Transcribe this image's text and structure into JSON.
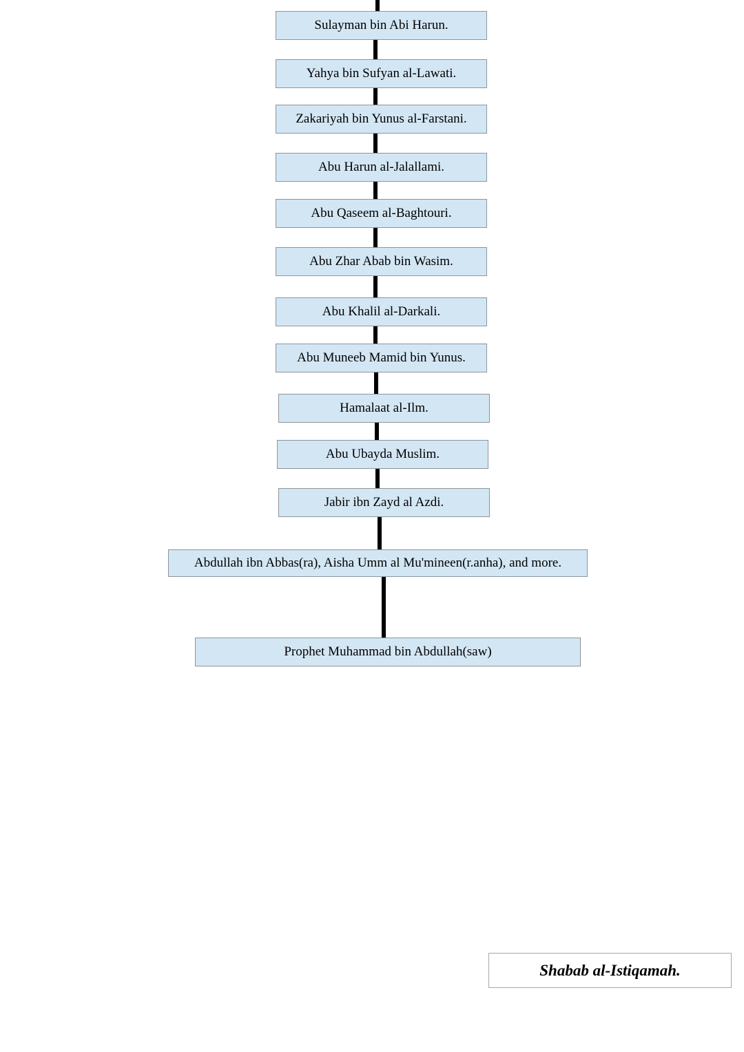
{
  "chain": {
    "nodes": [
      {
        "label": "Sulayman bin Abi Harun."
      },
      {
        "label": "Yahya bin Sufyan al-Lawati."
      },
      {
        "label": "Zakariyah bin Yunus al-Farstani."
      },
      {
        "label": "Abu Harun al-Jalallami."
      },
      {
        "label": "Abu Qaseem al-Baghtouri."
      },
      {
        "label": "Abu Zhar Abab bin Wasim."
      },
      {
        "label": "Abu Khalil al-Darkali."
      },
      {
        "label": "Abu Muneeb Mamid bin Yunus."
      },
      {
        "label": "Hamalaat al-Ilm."
      },
      {
        "label": "Abu Ubayda Muslim."
      },
      {
        "label": "Jabir ibn Zayd al Azdi."
      },
      {
        "label": "Abdullah ibn Abbas(ra), Aisha Umm al Mu'mineen(r.anha), and more."
      },
      {
        "label": "Prophet Muhammad bin Abdullah(saw)"
      }
    ]
  },
  "footer": {
    "label": "Shabab al-Istiqamah."
  },
  "colors": {
    "box_fill": "#d3e6f4",
    "box_border": "#8c949c",
    "connector": "#000000",
    "footer_border": "#a6a6a6"
  }
}
